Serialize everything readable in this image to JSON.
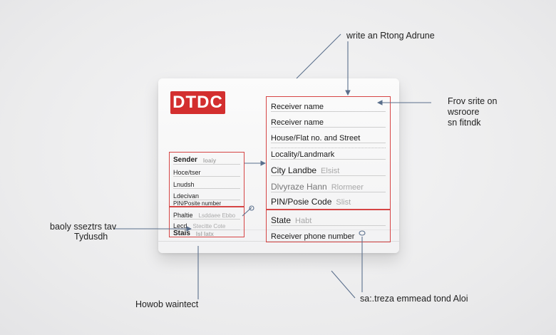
{
  "logo": {
    "text": "DTDC",
    "color": "#d32f2f"
  },
  "sender": {
    "rows": [
      {
        "label": "Sender",
        "hint": "loaiy"
      },
      {
        "label": "Hoce/tser",
        "hint": ""
      },
      {
        "label": "Lnudsh",
        "hint": ""
      },
      {
        "label": "Ldecivan",
        "hint": ""
      },
      {
        "label": "PIN/Posite number",
        "hint": ""
      },
      {
        "label": "Phaltie",
        "hint": "Lsddaee Ebbo"
      },
      {
        "label": "Lecd",
        "hint": "Stecitte Cote"
      },
      {
        "label": "Stais",
        "hint": "lsl  Iatx"
      }
    ]
  },
  "receiver": {
    "rows": [
      {
        "label": "Receiver name",
        "hint": ""
      },
      {
        "label": "Receiver name",
        "hint": ""
      },
      {
        "label": "House/Flat no. and Street",
        "hint": ""
      },
      {
        "label": "Locality/Landmark",
        "hint": ""
      },
      {
        "label": "City  Landbe",
        "hint": "Elsist"
      },
      {
        "label": "Dlvyraze  Hann",
        "hint": "Rlormeer"
      },
      {
        "label": "PIN/Posie Code",
        "hint": "Slist"
      },
      {
        "label": "State",
        "hint": "Habt"
      },
      {
        "label": "Receiver phone number",
        "hint": ""
      }
    ]
  },
  "annotations": {
    "top": "write an Rtong Adrune",
    "right_1": "Frov srite on",
    "right_2": "wsroore",
    "right_3": "sn fitndk",
    "left_1": "baoly sseztrs tav",
    "left_2": "Tydusdh",
    "bottom_left": "Howob waintect",
    "bottom_right": "sa:.treza emmead tond Aloi"
  },
  "colors": {
    "accent": "#d64545",
    "line": "#5a6f8c"
  }
}
